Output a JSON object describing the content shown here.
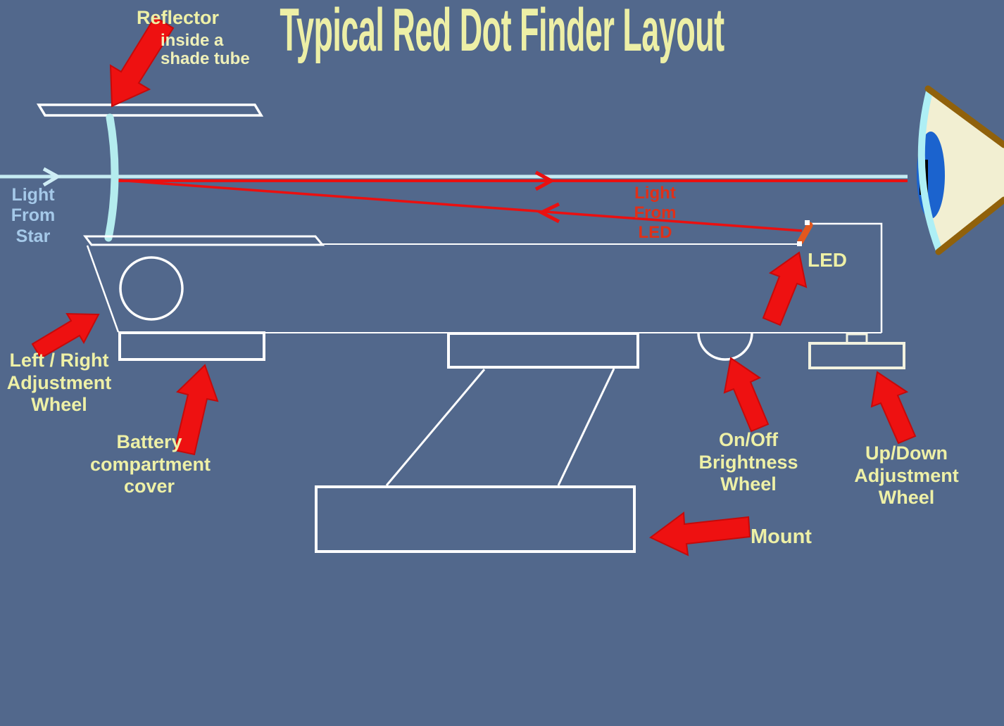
{
  "title": "Typical Red Dot Finder Layout",
  "labels": {
    "reflector": {
      "main": "Reflector",
      "sub1": "inside a",
      "sub2": "shade tube"
    },
    "light_from_star": [
      "Light",
      "From",
      "Star"
    ],
    "light_from_led": [
      "Light",
      "From",
      "LED"
    ],
    "led": "LED",
    "left_right_wheel": [
      "Left / Right",
      "Adjustment",
      "Wheel"
    ],
    "battery": [
      "Battery",
      "compartment",
      "cover"
    ],
    "on_off_wheel": [
      "On/Off",
      "Brightness",
      "Wheel"
    ],
    "up_down_wheel": [
      "Up/Down",
      "Adjustment",
      "Wheel"
    ],
    "mount": "Mount"
  },
  "icons": {
    "arrows": [
      "reflector-pointer-arrow-icon",
      "left-right-wheel-pointer-arrow-icon",
      "battery-cover-pointer-arrow-icon",
      "led-pointer-arrow-icon",
      "on-off-wheel-pointer-arrow-icon",
      "up-down-wheel-pointer-arrow-icon",
      "mount-pointer-arrow-icon"
    ],
    "eye": "eye-icon",
    "star_ray_arrowhead": "right-arrowhead-icon",
    "led_ray_arrowheads": [
      "right-arrowhead-icon",
      "left-arrowhead-icon"
    ]
  },
  "colors": {
    "background": "#52688C",
    "outline_white": "#FFFFFF",
    "outline_cream": "#F2F2E0",
    "label_yellow": "#EEF0A6",
    "label_light_blue": "#A5C9E9",
    "label_red": "#E03018",
    "arrow_red": "#EE1111",
    "ray_red": "#EA1010",
    "star_ray_cyan": "#C5EBF2",
    "reflector_cyan": "#B4ECEE",
    "led_orange": "#E2571E",
    "eye_sclera": "#F2EFD2",
    "eye_lid_brown": "#90610B",
    "eye_iris_blue": "#1B63CE",
    "eye_cornea_cyan": "#AEEFF5",
    "eye_pupil": "#000000"
  }
}
